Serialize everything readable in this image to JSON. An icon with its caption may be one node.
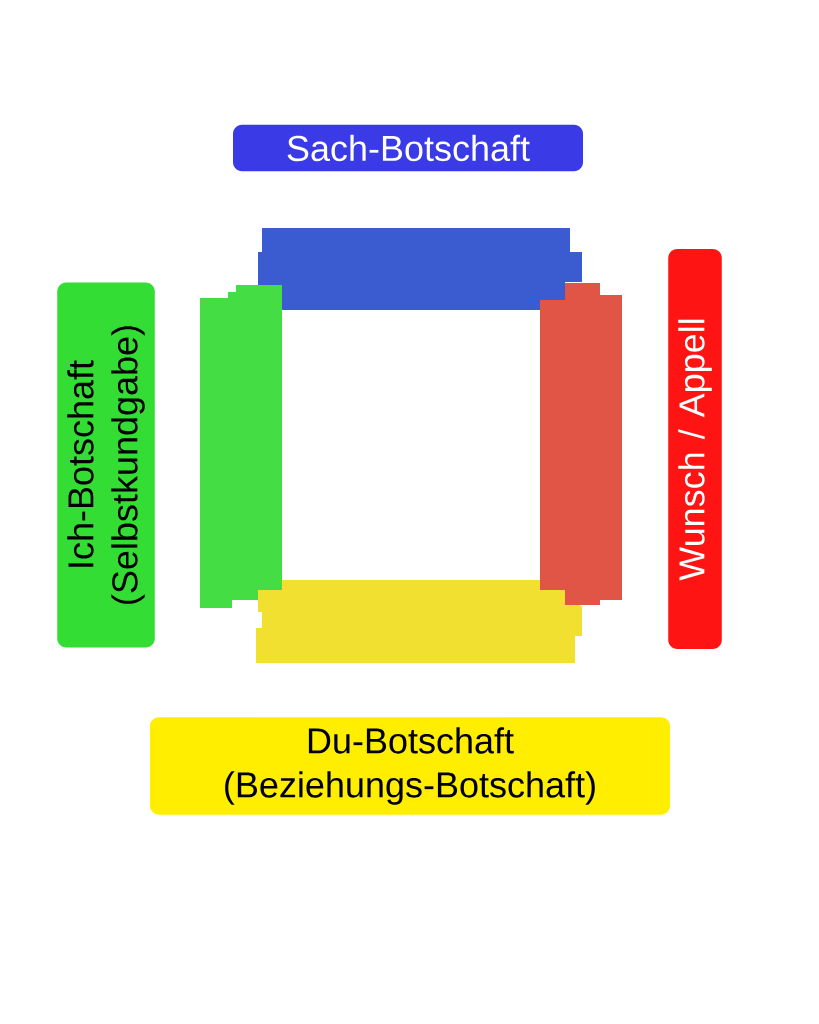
{
  "diagram": {
    "nodes": [
      {
        "text": [
          "Sach-Botschaft"
        ]
      },
      {
        "text": [
          "Ich-Botschaft (Selbstkundgabe)"
        ]
      },
      {
        "text": [
          "Wunsch / Appell"
        ]
      },
      {
        "text": [
          "Du-Botschaft (Beziehungs-Botschaft)"
        ]
      }
    ]
  }
}
